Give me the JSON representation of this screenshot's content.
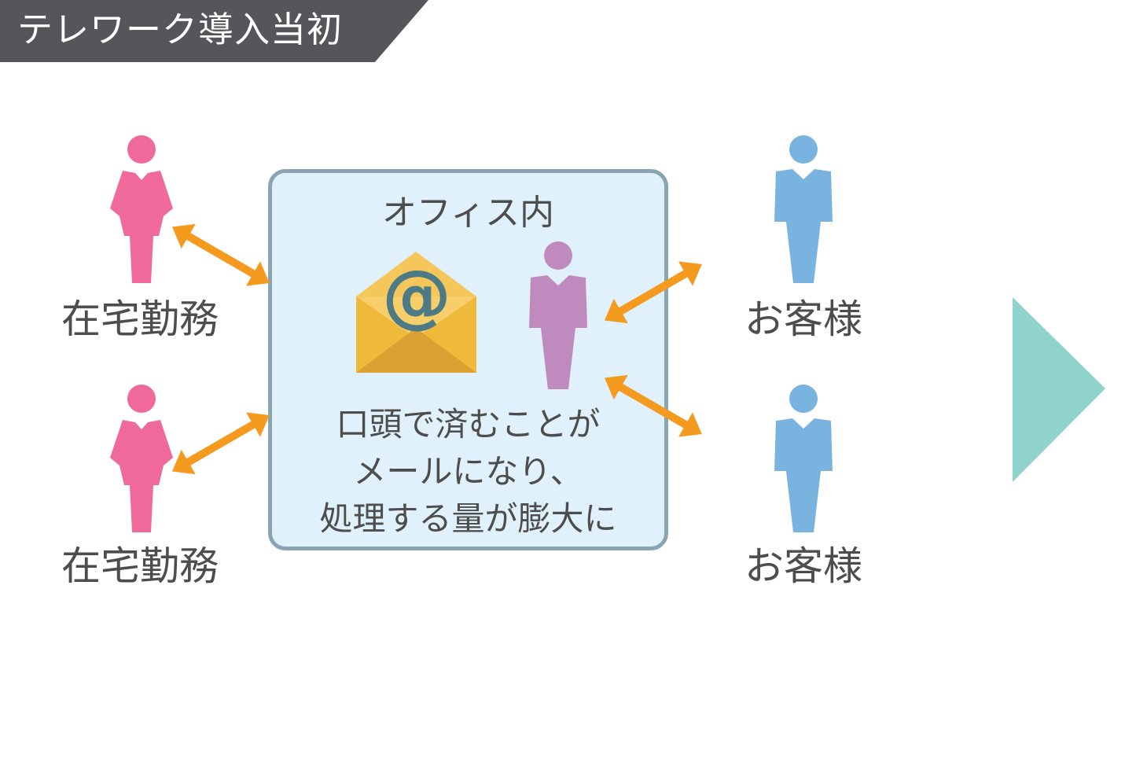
{
  "header": {
    "title": "テレワーク導入当初"
  },
  "remote_workers": [
    {
      "label": "在宅勤務"
    },
    {
      "label": "在宅勤務"
    }
  ],
  "office": {
    "title": "オフィス内",
    "message_lines": [
      "口頭で済むことが",
      "メールになり、",
      "処理する量が膨大に"
    ]
  },
  "customers": [
    {
      "label": "お客様"
    },
    {
      "label": "お客様"
    }
  ],
  "colors": {
    "banner": "#555659",
    "remote_worker": "#ef6a9a",
    "office_worker": "#bf8bbf",
    "customer": "#79b4e0",
    "arrow": "#f39a1f",
    "office_border": "#8aa4b2",
    "office_fill": "#e0f1fb",
    "envelope": "#efb93a",
    "at_sign": "#4e7a86",
    "next_arrow": "#90d3cc"
  }
}
